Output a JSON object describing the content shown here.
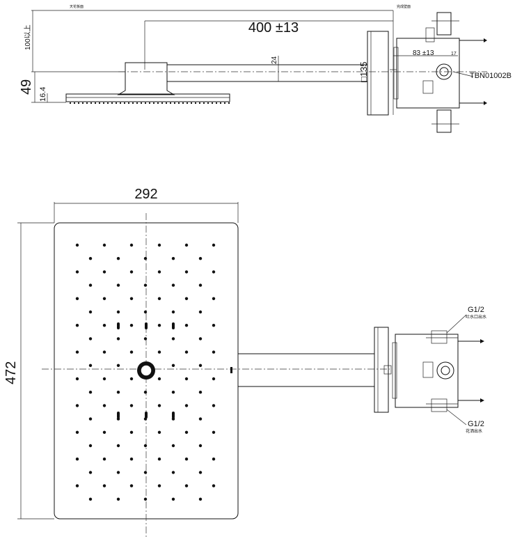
{
  "side_view": {
    "ceiling_label": "天花板面",
    "wall_label": "完成壁面",
    "dim_arm_length": "400 ±13",
    "dim_ceiling_clearance": "100以上",
    "dim_height": "49",
    "dim_plate": "16.4",
    "dim_arm_dia": "24",
    "dim_flange": "□135",
    "dim_depth": "83 ±13",
    "dim_small": "17",
    "model_code": "TBN01002B"
  },
  "plan_view": {
    "dim_width": "292",
    "dim_length": "472",
    "port_top_size": "G1/2",
    "port_top_label": "吐水口出水",
    "port_bottom_size": "G1/2",
    "port_bottom_label": "花洒出水"
  }
}
